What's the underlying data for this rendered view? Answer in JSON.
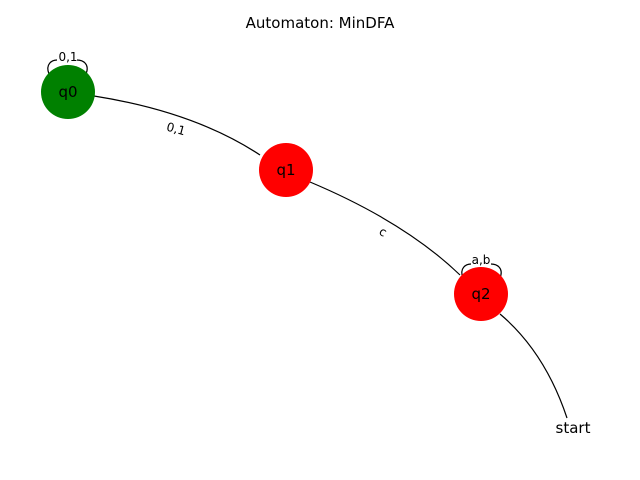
{
  "title": "Automaton: MinDFA",
  "colors": {
    "accepting": "#008000",
    "non_accepting": "#ff0000",
    "edge": "#000000",
    "background": "#ffffff"
  },
  "states": [
    {
      "id": "q0",
      "label": "q0",
      "color": "#008000"
    },
    {
      "id": "q1",
      "label": "q1",
      "color": "#ff0000"
    },
    {
      "id": "q2",
      "label": "q2",
      "color": "#ff0000"
    }
  ],
  "start_marker": {
    "label": "start",
    "target": "q2"
  },
  "transitions": [
    {
      "from": "q0",
      "to": "q0",
      "label": "0,1"
    },
    {
      "from": "q1",
      "to": "q0",
      "label": "0,1"
    },
    {
      "from": "q2",
      "to": "q1",
      "label": "c"
    },
    {
      "from": "q2",
      "to": "q2",
      "label": "a,b"
    }
  ]
}
